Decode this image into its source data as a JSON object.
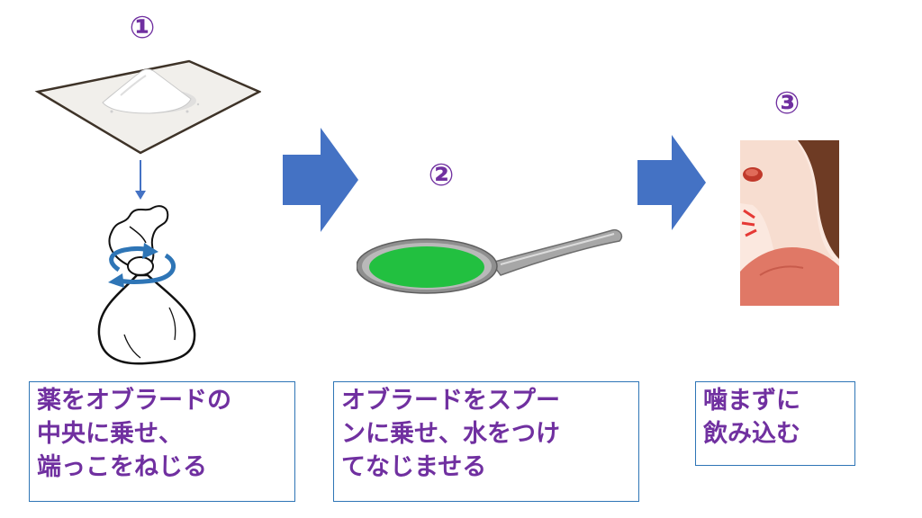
{
  "steps": [
    {
      "number": "①",
      "caption": [
        "薬をオブラードの",
        "中央に乗せ、",
        "端っこをねじる"
      ]
    },
    {
      "number": "②",
      "caption": [
        "オブラードをスプー",
        "ンに乗せ、水をつけ",
        "てなじませる"
      ]
    },
    {
      "number": "③",
      "caption": [
        "噛まずに",
        "飲み込む"
      ]
    }
  ],
  "colors": {
    "number_text": "#7030a0",
    "caption_text": "#7030a0",
    "caption_border": "#2e75b6",
    "arrow": "#4472c4",
    "spoon_liquid": "#22c040"
  },
  "icons": [
    "powder-on-wafer-icon",
    "twisted-wafer-bag-icon",
    "spoon-icon",
    "swallowing-person-icon",
    "right-arrow-icon"
  ]
}
